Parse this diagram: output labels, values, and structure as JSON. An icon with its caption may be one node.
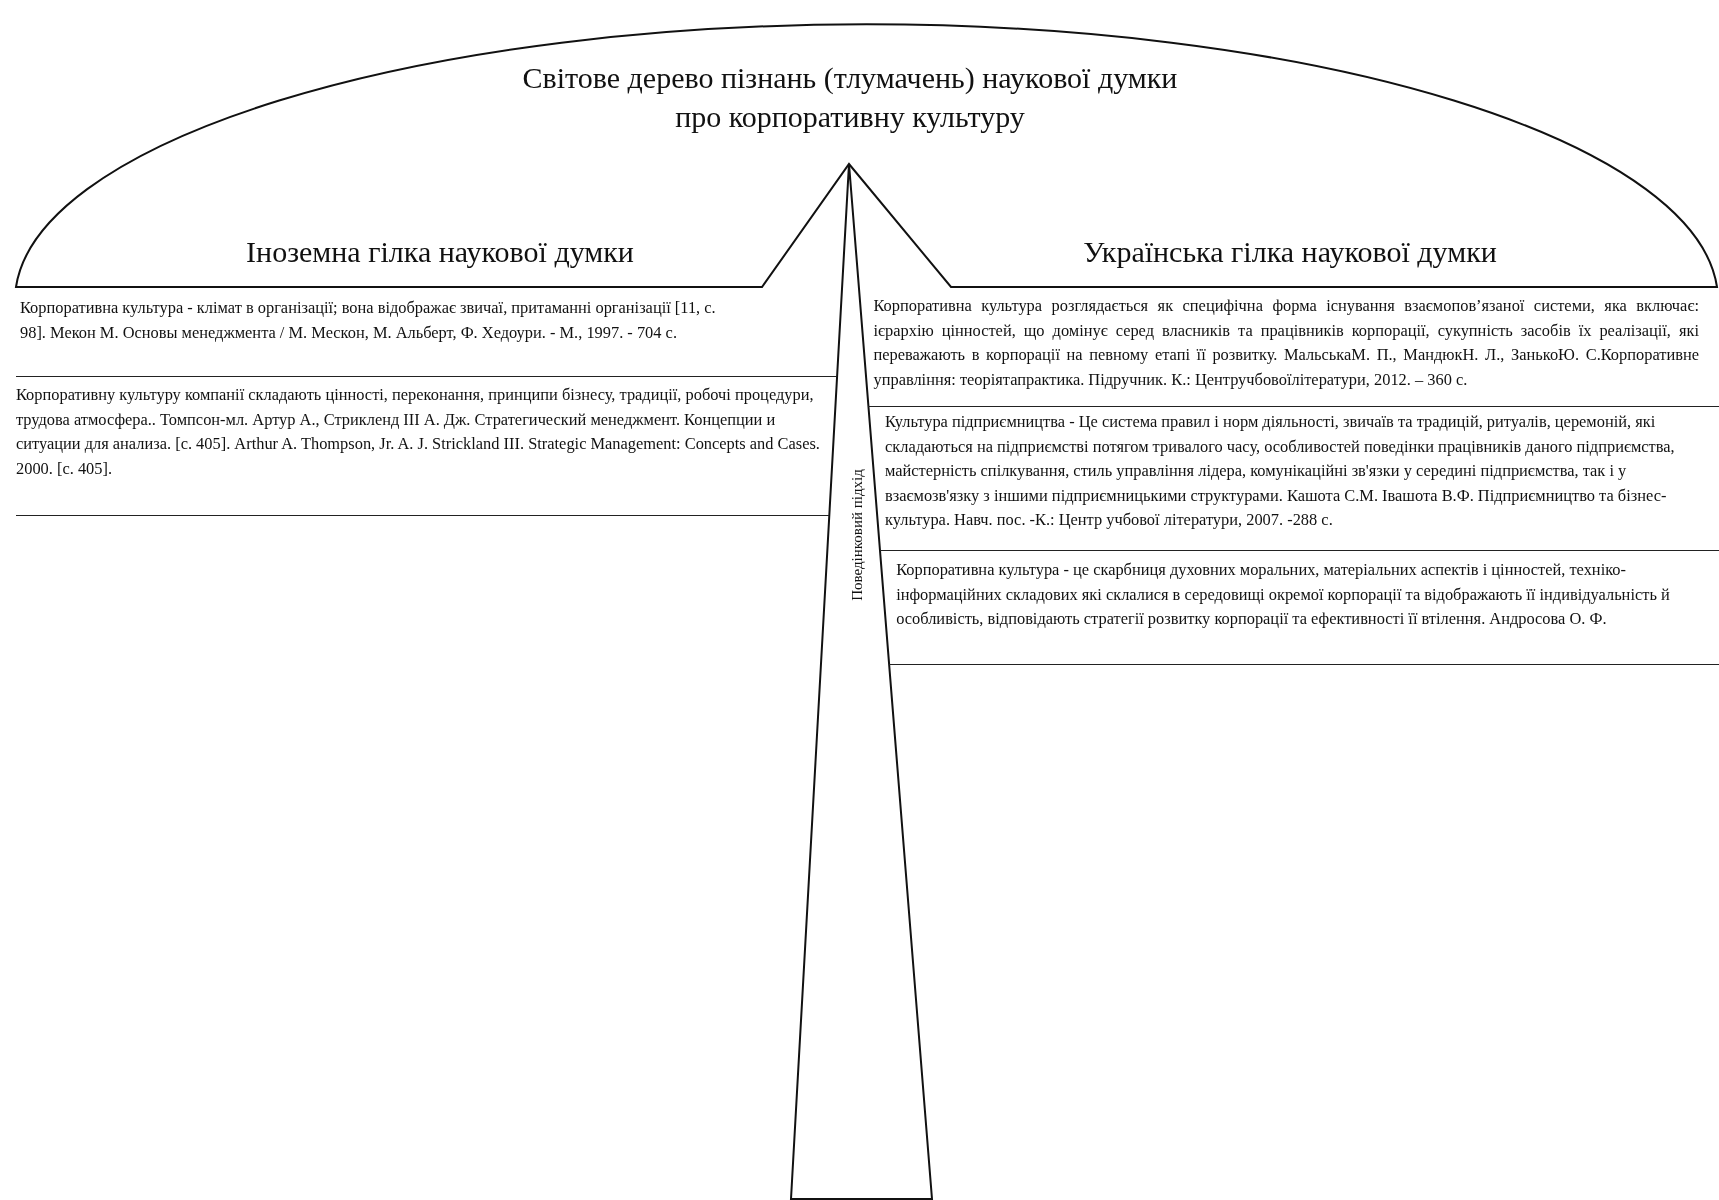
{
  "diagram": {
    "nodes": [
      {
        "text": [
          "Світове дерево пізнань (тлумачень) наукової думки про корпоративну культуру"
        ]
      },
      {
        "text": [
          "Іноземна гілка наукової думки"
        ],
        "in": 0
      },
      {
        "text": [
          "Українська гілка наукової думки"
        ],
        "in": 0
      },
      {
        "text": [
          "Поведінковий підхід"
        ]
      },
      {
        "text": [
          "Корпоративна культура - клімат в організації; вона відображає звичаї, притаманні організації [11, с. 98]. Мекон М. Основы менеджмента / М. Мескон, М. Альберт, Ф. Хедоури. - М., 1997. - 704 с."
        ]
      },
      {
        "text": [
          "Корпоративну культуру компанії складають цінності, переконання, принципи бізнесу, традиції, робочі процедури, трудова атмосфера.. Томпсон-мл. Артур А., Стрикленд III А. Дж. Стратегический менеджмент. Концепции и ситуации для анализа. [с. 405]. Arthur A. Thompson, Jr. A. J. Strickland III. Strategic Management: Concepts and Cases. 2000. [с. 405]."
        ]
      },
      {
        "text": [
          "Корпоративна культура розглядається як специфічна форма існування взаємопов’язаної системи, яка включає: ієрархію цінностей, що домінує серед власників та працівників корпорації, сукупність засобів їх реалізації, які переважають в корпорації на певному етапі її розвитку. МальськаМ. П., МандюкН. Л., ЗанькоЮ. С.Корпоративне управління: теоріятапрактика. Підручник. К.: Центручбовоїлітератури, 2012. – 360 с."
        ]
      },
      {
        "text": [
          "Культура підприємництва - Це система правил і норм діяльності, звичаїв та традицій, ритуалів, церемоній, які складаються на підприємстві потягом тривалого часу, особливостей поведінки працівників даного підприємства, майстерність спілкування, стиль управління лідера, комунікаційні зв'язки у середині підприємства, так і у взаємозв'язку з іншими підприємницькими структурами. Кашота С.М. Івашота В.Ф. Підприємництво та бізнес-культура. Навч. пос. -К.: Центр учбової літератури, 2007. -288 с."
        ]
      },
      {
        "text": [
          "Корпоративна культура - це скарбниця духовних моральних, матеріальних аспектів і цінностей, техніко-інформаційних складових які склалися в середовищі окремої корпорації та відображають її індивідуальність й особливість, відповідають стратегії розвитку корпорації та ефективності її втілення. Андросова О. Ф."
        ]
      }
    ]
  }
}
